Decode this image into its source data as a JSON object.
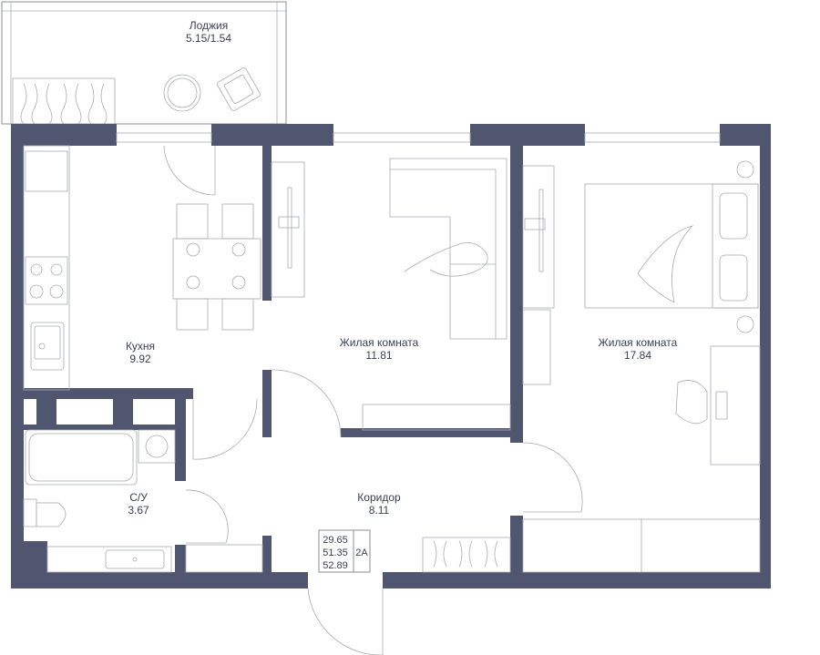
{
  "colors": {
    "wall": "#515670",
    "line": "#8a8d99",
    "text": "#3a3f55",
    "background": "#ffffff"
  },
  "rooms": {
    "loggia": {
      "name": "Лоджия",
      "area": "5.15/1.54"
    },
    "kitchen": {
      "name": "Кухня",
      "area": "9.92"
    },
    "living_small": {
      "name": "Жилая комната",
      "area": "11.81"
    },
    "living_large": {
      "name": "Жилая комната",
      "area": "17.84"
    },
    "bathroom": {
      "name": "С/У",
      "area": "3.67"
    },
    "corridor": {
      "name": "Коридор",
      "area": "8.11"
    }
  },
  "summary": {
    "areas": [
      "29.65",
      "51.35",
      "52.89"
    ],
    "type": "2А"
  }
}
